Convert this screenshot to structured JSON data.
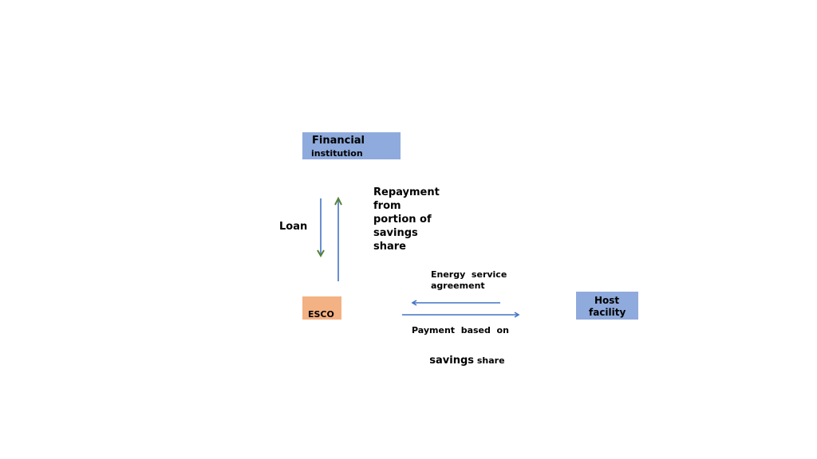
{
  "nodes": {
    "financial": {
      "line1": "Financial",
      "line2": "institution",
      "color": "#8FAADC"
    },
    "esco": {
      "label": "ESCO",
      "color": "#F4B183"
    },
    "host": {
      "line1": "Host",
      "line2": "facility",
      "color": "#8FAADC"
    }
  },
  "edges": {
    "loan": "Loan",
    "repayment": [
      "Repayment",
      "from",
      "portion of",
      "savings",
      "share"
    ],
    "agreement": [
      "Energy  service",
      "agreement"
    ],
    "payment": {
      "line1": "Payment  based  on",
      "line2a": "savings",
      "line2b": " share"
    },
    "arrow_color": "#4472C4"
  }
}
